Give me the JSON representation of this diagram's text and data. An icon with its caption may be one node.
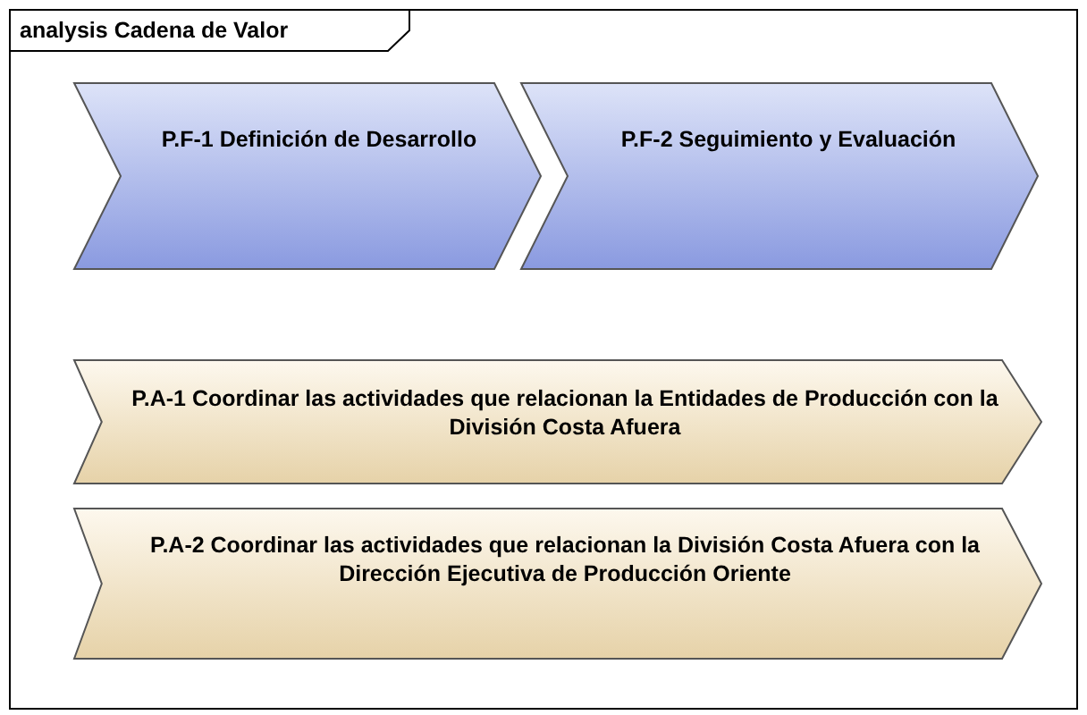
{
  "diagram": {
    "nodes": [
      {
        "text": [
          "analysis Cadena de Valor"
        ]
      },
      {
        "text": [
          "P.F-1 Definición de Desarrollo"
        ],
        "in": 0
      },
      {
        "text": [
          "P.F-2 Seguimiento y Evaluación"
        ],
        "in": 0
      },
      {
        "text": [
          "P.A-1 Coordinar las actividades que relacionan la Entidades de Producción con la División Costa Afuera"
        ],
        "in": 0
      },
      {
        "text": [
          "P.A-2 Coordinar las actividades que relacionan la División Costa Afuera con la Dirección Ejecutiva de Producción Oriente"
        ],
        "in": 0
      }
    ],
    "edges": []
  }
}
